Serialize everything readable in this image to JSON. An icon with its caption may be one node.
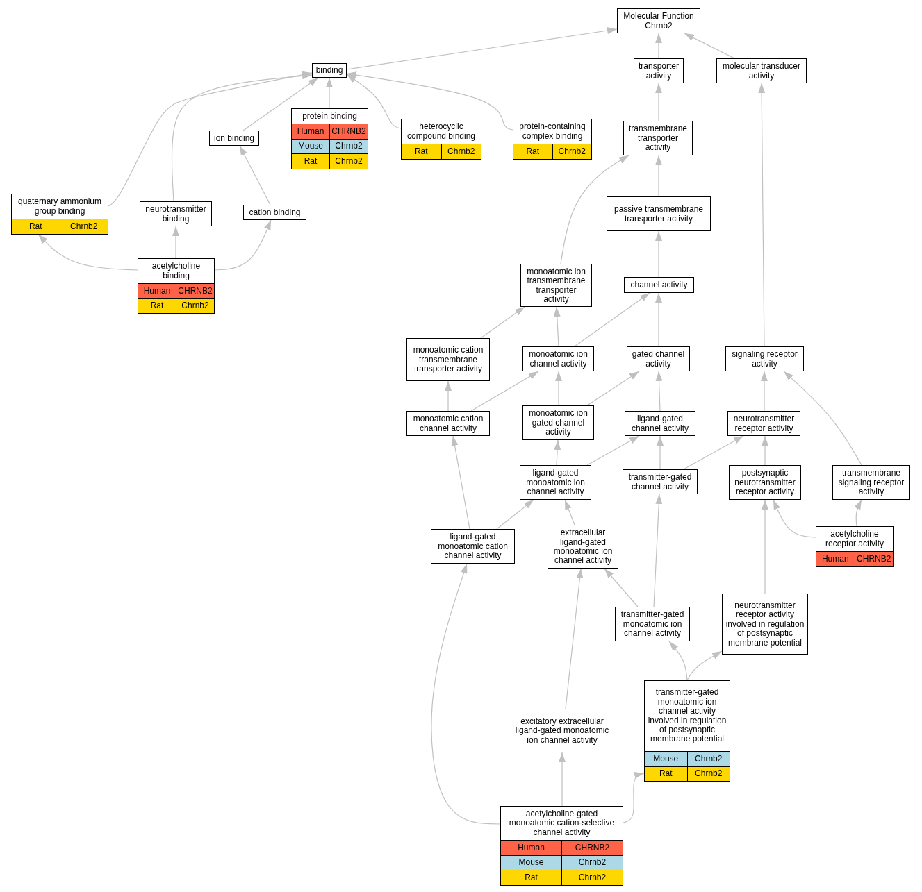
{
  "diagram": {
    "nodes": [
      {
        "text": [
          "Molecular Function Chrnb2"
        ]
      },
      {
        "text": [
          "binding"
        ]
      },
      {
        "text": [
          "transporter activity"
        ]
      },
      {
        "text": [
          "molecular transducer activity"
        ]
      },
      {
        "text": [
          "ion binding"
        ]
      },
      {
        "text": [
          "protein binding"
        ]
      },
      {
        "text": [
          "Human",
          "CHRNB2"
        ],
        "in": 5
      },
      {
        "text": [
          "Mouse",
          "Chrnb2"
        ],
        "in": 5
      },
      {
        "text": [
          "Rat",
          "Chrnb2"
        ],
        "in": 5
      },
      {
        "text": [
          "heterocyclic compound binding"
        ]
      },
      {
        "text": [
          "Rat",
          "Chrnb2"
        ],
        "in": 9
      },
      {
        "text": [
          "protein-containing complex binding"
        ]
      },
      {
        "text": [
          "Rat",
          "Chrnb2"
        ],
        "in": 11
      },
      {
        "text": [
          "transmembrane transporter activity"
        ]
      },
      {
        "text": [
          "quaternary ammonium group binding"
        ]
      },
      {
        "text": [
          "Rat",
          "Chrnb2"
        ],
        "in": 14
      },
      {
        "text": [
          "neurotransmitter binding"
        ]
      },
      {
        "text": [
          "cation binding"
        ]
      },
      {
        "text": [
          "passive transmembrane transporter activity"
        ]
      },
      {
        "text": [
          "acetylcholine binding"
        ]
      },
      {
        "text": [
          "Human",
          "CHRNB2"
        ],
        "in": 19
      },
      {
        "text": [
          "Rat",
          "Chrnb2"
        ],
        "in": 19
      },
      {
        "text": [
          "monoatomic ion transmembrane transporter activity"
        ]
      },
      {
        "text": [
          "channel activity"
        ]
      },
      {
        "text": [
          "monoatomic cation transmembrane transporter activity"
        ]
      },
      {
        "text": [
          "monoatomic ion channel activity"
        ]
      },
      {
        "text": [
          "gated channel activity"
        ]
      },
      {
        "text": [
          "signaling receptor activity"
        ]
      },
      {
        "text": [
          "monoatomic cation channel activity"
        ]
      },
      {
        "text": [
          "monoatomic ion gated channel activity"
        ]
      },
      {
        "text": [
          "ligand-gated channel activity"
        ]
      },
      {
        "text": [
          "neurotransmitter receptor activity"
        ]
      },
      {
        "text": [
          "ligand-gated monoatomic ion channel activity"
        ]
      },
      {
        "text": [
          "transmitter-gated channel activity"
        ]
      },
      {
        "text": [
          "postsynaptic neurotransmitter receptor activity"
        ]
      },
      {
        "text": [
          "transmembrane signaling receptor activity"
        ]
      },
      {
        "text": [
          "ligand-gated monoatomic cation channel activity"
        ]
      },
      {
        "text": [
          "extracellular ligand-gated monoatomic ion channel activity"
        ]
      },
      {
        "text": [
          "acetylcholine receptor activity"
        ]
      },
      {
        "text": [
          "Human",
          "CHRNB2"
        ],
        "in": 38
      },
      {
        "text": [
          "transmitter-gated monoatomic ion channel activity"
        ]
      },
      {
        "text": [
          "neurotransmitter receptor activity involved in regulation of postsynaptic membrane potential"
        ]
      },
      {
        "text": [
          "excitatory extracellular ligand-gated monoatomic ion channel activity"
        ]
      },
      {
        "text": [
          "transmitter-gated monoatomic ion channel activity involved in regulation of postsynaptic membrane potential"
        ]
      },
      {
        "text": [
          "Mouse",
          "Chrnb2"
        ],
        "in": 43
      },
      {
        "text": [
          "Rat",
          "Chrnb2"
        ],
        "in": 43
      },
      {
        "text": [
          "acetylcholine-gated monoatomic cation-selective channel activity"
        ]
      },
      {
        "text": [
          "Human",
          "CHRNB2"
        ],
        "in": 46
      },
      {
        "text": [
          "Mouse",
          "Chrnb2"
        ],
        "in": 46
      },
      {
        "text": [
          "Rat",
          "Chrnb2"
        ],
        "in": 46
      }
    ],
    "edges": [
      {
        "from": 1,
        "to": 0,
        "arrow": "to"
      },
      {
        "from": 2,
        "to": 0,
        "arrow": "to"
      },
      {
        "from": 3,
        "to": 0,
        "arrow": "to"
      },
      {
        "from": 4,
        "to": 1,
        "arrow": "to"
      },
      {
        "from": 5,
        "to": 1,
        "arrow": "to"
      },
      {
        "from": 9,
        "to": 1,
        "arrow": "to"
      },
      {
        "from": 11,
        "to": 1,
        "arrow": "to"
      },
      {
        "from": 14,
        "to": 1,
        "arrow": "to"
      },
      {
        "from": 16,
        "to": 1,
        "arrow": "to"
      },
      {
        "from": 13,
        "to": 2,
        "arrow": "to"
      },
      {
        "from": 18,
        "to": 13,
        "arrow": "to"
      },
      {
        "from": 22,
        "to": 13,
        "arrow": "to"
      },
      {
        "from": 23,
        "to": 18,
        "arrow": "to"
      },
      {
        "from": 17,
        "to": 4,
        "arrow": "to"
      },
      {
        "from": 19,
        "to": 14,
        "arrow": "to"
      },
      {
        "from": 19,
        "to": 16,
        "arrow": "to"
      },
      {
        "from": 19,
        "to": 17,
        "arrow": "to"
      },
      {
        "from": 24,
        "to": 22,
        "arrow": "to"
      },
      {
        "from": 25,
        "to": 22,
        "arrow": "to"
      },
      {
        "from": 25,
        "to": 23,
        "arrow": "to"
      },
      {
        "from": 26,
        "to": 23,
        "arrow": "to"
      },
      {
        "from": 27,
        "to": 3,
        "arrow": "to"
      },
      {
        "from": 28,
        "to": 24,
        "arrow": "to"
      },
      {
        "from": 28,
        "to": 25,
        "arrow": "to"
      },
      {
        "from": 29,
        "to": 25,
        "arrow": "to"
      },
      {
        "from": 29,
        "to": 26,
        "arrow": "to"
      },
      {
        "from": 30,
        "to": 26,
        "arrow": "to"
      },
      {
        "from": 31,
        "to": 27,
        "arrow": "to"
      },
      {
        "from": 32,
        "to": 29,
        "arrow": "to"
      },
      {
        "from": 32,
        "to": 30,
        "arrow": "to"
      },
      {
        "from": 33,
        "to": 30,
        "arrow": "to"
      },
      {
        "from": 33,
        "to": 31,
        "arrow": "to"
      },
      {
        "from": 34,
        "to": 31,
        "arrow": "to"
      },
      {
        "from": 35,
        "to": 27,
        "arrow": "to"
      },
      {
        "from": 36,
        "to": 28,
        "arrow": "to"
      },
      {
        "from": 36,
        "to": 32,
        "arrow": "to"
      },
      {
        "from": 37,
        "to": 32,
        "arrow": "to"
      },
      {
        "from": 38,
        "to": 34,
        "arrow": "to"
      },
      {
        "from": 38,
        "to": 35,
        "arrow": "to"
      },
      {
        "from": 40,
        "to": 37,
        "arrow": "to"
      },
      {
        "from": 40,
        "to": 33,
        "arrow": "to"
      },
      {
        "from": 41,
        "to": 34,
        "arrow": "to"
      },
      {
        "from": 42,
        "to": 37,
        "arrow": "to"
      },
      {
        "from": 43,
        "to": 40,
        "arrow": "to"
      },
      {
        "from": 43,
        "to": 41,
        "arrow": "to"
      },
      {
        "from": 46,
        "to": 36,
        "arrow": "to"
      },
      {
        "from": 46,
        "to": 42,
        "arrow": "to"
      },
      {
        "from": 46,
        "to": 43,
        "arrow": "to"
      }
    ]
  }
}
